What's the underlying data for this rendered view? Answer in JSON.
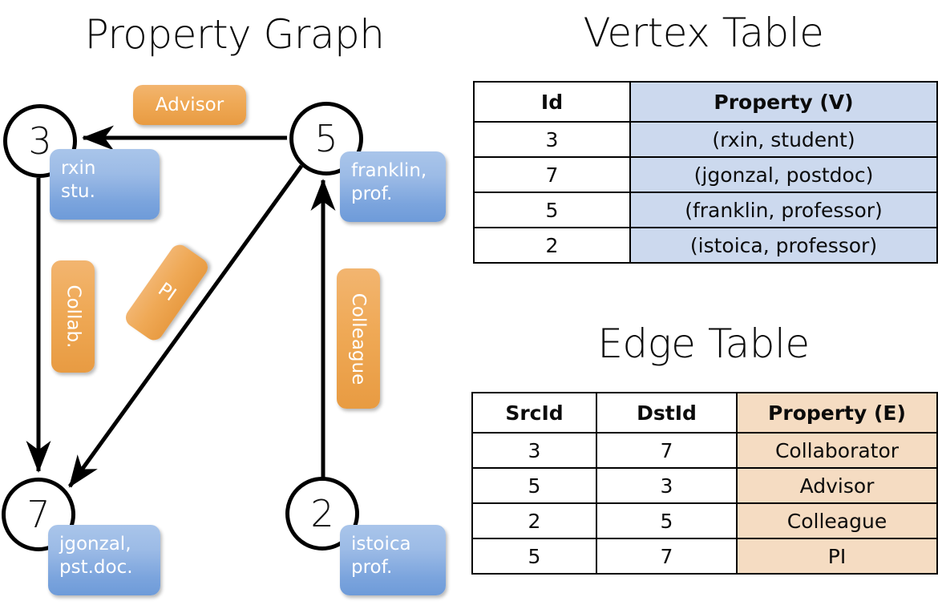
{
  "titles": {
    "property_graph": "Property Graph",
    "vertex_table": "Vertex Table",
    "edge_table": "Edge Table"
  },
  "graph": {
    "nodes": [
      {
        "id": "3",
        "property_lines": [
          "rxin",
          "stu."
        ]
      },
      {
        "id": "5",
        "property_lines": [
          "franklin,",
          "prof."
        ]
      },
      {
        "id": "7",
        "property_lines": [
          "jgonzal,",
          "pst.doc."
        ]
      },
      {
        "id": "2",
        "property_lines": [
          "istoica",
          "prof."
        ]
      }
    ],
    "edges": [
      {
        "label": "Advisor",
        "from": "5",
        "to": "3"
      },
      {
        "label": "Collab.",
        "from": "3",
        "to": "7"
      },
      {
        "label": "PI",
        "from": "5",
        "to": "7"
      },
      {
        "label": "Colleague",
        "from": "2",
        "to": "5"
      }
    ]
  },
  "vertex_table": {
    "headers": [
      "Id",
      "Property (V)"
    ],
    "rows": [
      {
        "id": "3",
        "property": "(rxin, student)"
      },
      {
        "id": "7",
        "property": "(jgonzal, postdoc)"
      },
      {
        "id": "5",
        "property": "(franklin, professor)"
      },
      {
        "id": "2",
        "property": "(istoica, professor)"
      }
    ]
  },
  "edge_table": {
    "headers": [
      "SrcId",
      "DstId",
      "Property (E)"
    ],
    "rows": [
      {
        "src": "3",
        "dst": "7",
        "property": "Collaborator"
      },
      {
        "src": "5",
        "dst": "3",
        "property": "Advisor"
      },
      {
        "src": "2",
        "dst": "5",
        "property": "Colleague"
      },
      {
        "src": "5",
        "dst": "7",
        "property": "PI"
      }
    ]
  },
  "colors": {
    "vertex_box": "#8db1e2",
    "edge_box": "#eda957",
    "vertex_table_property": "#ccd9ee",
    "edge_table_property": "#f5dcc2",
    "stroke": "#000000",
    "background": "#ffffff"
  }
}
